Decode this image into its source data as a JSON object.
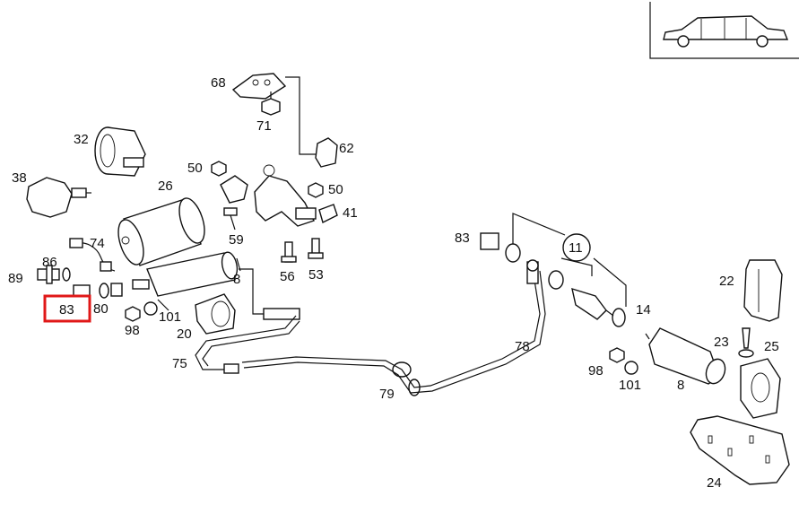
{
  "highlight_color": "#e01818",
  "callouts": {
    "c68": "68",
    "c71": "71",
    "c62": "62",
    "c32": "32",
    "c50a": "50",
    "c38": "38",
    "c26": "26",
    "c50b": "50",
    "c41": "41",
    "c59": "59",
    "c74": "74",
    "c86": "86",
    "c89": "89",
    "c8a": "8",
    "c56": "56",
    "c53": "53",
    "c83sel": "83",
    "c80": "80",
    "c101a": "101",
    "c98a": "98",
    "c20": "20",
    "c75": "75",
    "c83b": "83",
    "c11": "11",
    "c22": "22",
    "c14": "14",
    "c78": "78",
    "c23": "23",
    "c25": "25",
    "c98b": "98",
    "c101b": "101",
    "c8b": "8",
    "c79": "79",
    "c24": "24"
  }
}
